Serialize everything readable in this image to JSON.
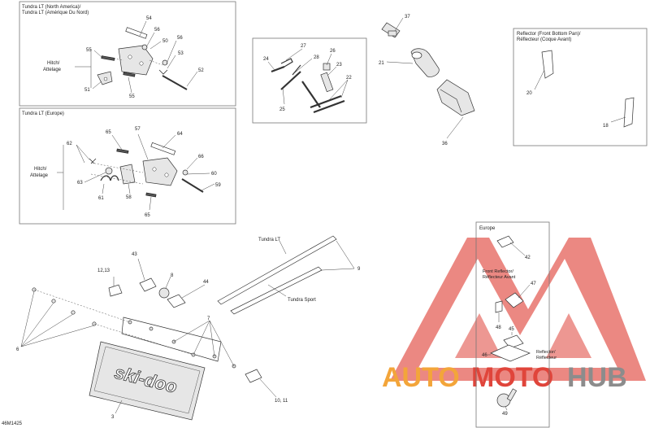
{
  "sections": {
    "hitch_na": {
      "title_line1": "Tundra LT (North America)/",
      "title_line2": "Tundra LT (Amérique Du Nord)",
      "hitch_label_line1": "Hitch/",
      "hitch_label_line2": "Attelage"
    },
    "hitch_eu": {
      "title": "Tundra LT (Europe)",
      "hitch_label_line1": "Hitch/",
      "hitch_label_line2": "Attelage"
    },
    "reflector_front": {
      "title_line1": "Reflector (Front Bottom Pan)/",
      "title_line2": "Réflecteur (Coque Avant)"
    },
    "europe": {
      "title": "Europe",
      "front_reflector_line1": "Front Reflector/",
      "front_reflector_line2": "Réflecteur Avant",
      "reflector_line1": "Reflector/",
      "reflector_line2": "Réflecteur"
    },
    "labels": {
      "tundra_lt": "Tundra LT",
      "tundra_sport": "Tundra Sport"
    },
    "flap_brand": "ski-doo",
    "watermark": {
      "auto": "AUTO",
      "moto": "MOTO",
      "hub": "HUB"
    },
    "diagram_code": "46M1425"
  },
  "callouts": {
    "c54": "54",
    "c56a": "56",
    "c50": "50",
    "c56b": "56",
    "c55a": "55",
    "c53": "53",
    "c52": "52",
    "c51": "51",
    "c55b": "55",
    "c65a": "65",
    "c57": "57",
    "c64": "64",
    "c62": "62",
    "c66": "66",
    "c63": "63",
    "c60": "60",
    "c59": "59",
    "c61": "61",
    "c58": "58",
    "c65b": "65",
    "c27": "27",
    "c24": "24",
    "c28": "28",
    "c26": "26",
    "c23": "23",
    "c22": "22",
    "c25": "25",
    "c21": "21",
    "c37": "37",
    "c36": "36",
    "c20": "20",
    "c18": "18",
    "c9": "9",
    "c43": "43",
    "c12_13": "12,13",
    "c8": "8",
    "c44": "44",
    "c7": "7",
    "c6": "6",
    "c3": "3",
    "c10_11": "10, 11",
    "c42": "42",
    "c47": "47",
    "c48": "48",
    "c45": "45",
    "c46": "46",
    "c49": "49"
  },
  "colors": {
    "watermark_red": "#e0453b",
    "watermark_orange": "#f3a53a",
    "watermark_gray": "#8c8c8c"
  }
}
